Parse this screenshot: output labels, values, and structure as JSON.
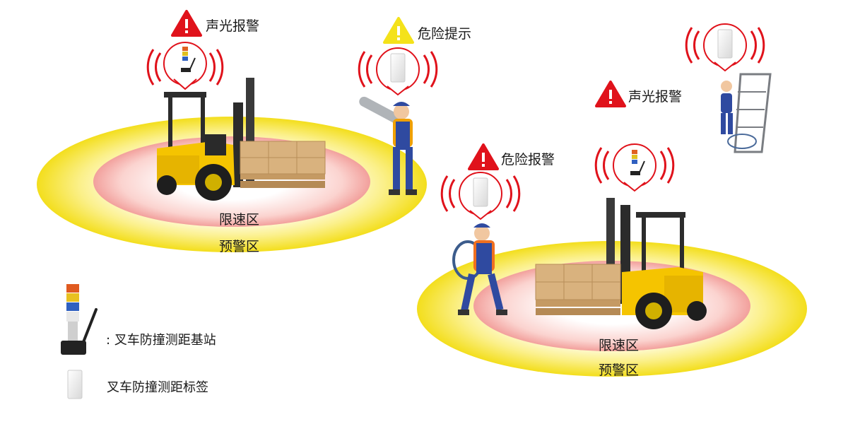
{
  "colors": {
    "danger": "#e0121b",
    "warning": "#f4e21a",
    "warning_zone": "#f7e84a",
    "speed_zone": "#f4a0a6",
    "forklift": "#f5c400"
  },
  "zones": [
    {
      "speed_label": "限速区",
      "warning_label": "预警区"
    },
    {
      "speed_label": "限速区",
      "warning_label": "预警区"
    }
  ],
  "alerts": [
    {
      "text": "声光报警",
      "level": "danger",
      "icon": "warning-triangle-icon"
    },
    {
      "text": "危险提示",
      "level": "warning",
      "icon": "warning-triangle-icon"
    },
    {
      "text": "声光报警",
      "level": "danger",
      "icon": "warning-triangle-icon"
    },
    {
      "text": "危险报警",
      "level": "danger",
      "icon": "warning-triangle-icon"
    }
  ],
  "legend": {
    "base_station": {
      "prefix": ":",
      "text": "叉车防撞测距基站",
      "icon": "signal-tower-light-icon"
    },
    "tag": {
      "text": "叉车防撞测距标签",
      "icon": "uwb-tag-icon"
    }
  }
}
